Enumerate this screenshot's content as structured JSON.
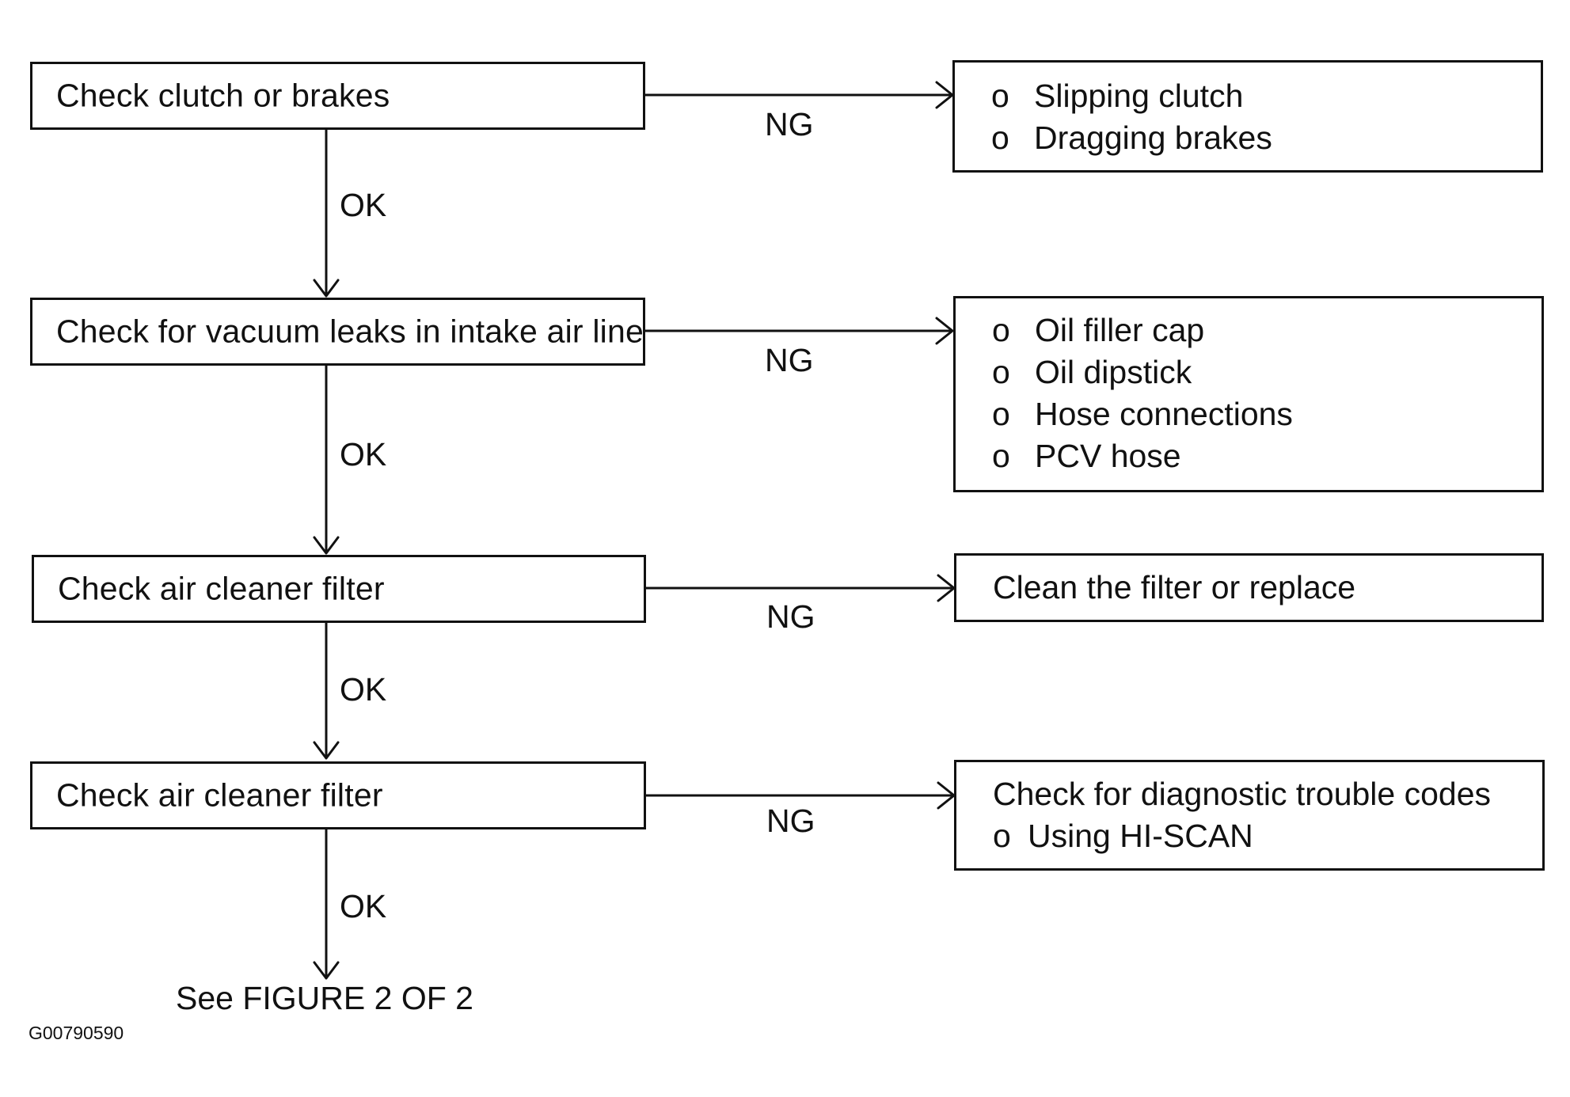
{
  "steps": [
    {
      "label": "Check clutch or brakes",
      "ok_label": "OK",
      "ng_label": "NG"
    },
    {
      "label": "Check for vacuum leaks in intake air line",
      "ok_label": "OK",
      "ng_label": "NG"
    },
    {
      "label": "Check air cleaner filter",
      "ok_label": "OK",
      "ng_label": "NG"
    },
    {
      "label": "Check air cleaner filter",
      "ok_label": "OK",
      "ng_label": "NG"
    }
  ],
  "results": [
    {
      "bullet": "o",
      "items": [
        "Slipping clutch",
        "Dragging brakes"
      ]
    },
    {
      "bullet": "o",
      "items": [
        "Oil filler cap",
        "Oil dipstick",
        "Hose connections",
        "PCV hose"
      ]
    },
    {
      "text": "Clean the filter or replace"
    },
    {
      "text": "Check for diagnostic trouble codes",
      "bullet": "o",
      "items": [
        "Using HI-SCAN"
      ]
    }
  ],
  "footer": {
    "see_next": "See FIGURE 2 OF 2",
    "figure_code": "G00790590"
  },
  "colors": {
    "line": "#111111",
    "background": "#ffffff",
    "text": "#111111"
  }
}
